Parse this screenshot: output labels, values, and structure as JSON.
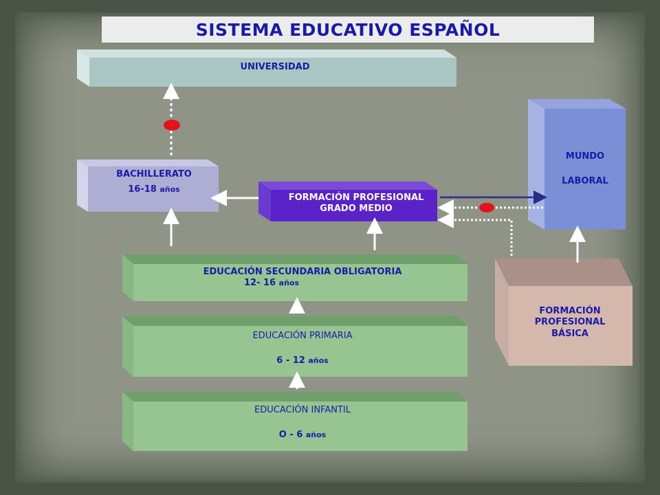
{
  "title": "SISTEMA EDUCATIVO ESPAÑOL",
  "boxes": {
    "universidad": "UNIVERSIDAD",
    "bachillerato": {
      "name": "BACHILLERATO",
      "ages_num": "16-18",
      "ages_word": "años"
    },
    "fp_medio": {
      "line1": "FORMACIÓN PROFESIONAL",
      "line2": "GRADO MEDIO"
    },
    "mundo_laboral": {
      "line1": "MUNDO",
      "line2": "LABORAL"
    },
    "eso": {
      "name": "EDUCACIÓN SECUNDARIA OBLIGATORIA",
      "ages_num": "12- 16",
      "ages_word": "años"
    },
    "primaria": {
      "name": "EDUCACIÓN PRIMARIA",
      "ages_num": "6 - 12",
      "ages_word": "años"
    },
    "infantil": {
      "name": "EDUCACIÓN INFANTIL",
      "ages_num": "O - 6",
      "ages_word": "años"
    },
    "fp_basica": {
      "line1": "FORMACIÓN",
      "line2": "PROFESIONAL",
      "line3": "BÁSICA"
    }
  },
  "colors": {
    "title_text": "#1a1aa8",
    "box_text": "#1a1aa8",
    "universidad_face": "#a9c6c2",
    "bachillerato_face": "#aeaed4",
    "fp_medio_face": "#5a22c8",
    "mundo_face": "#7b8fd6",
    "green_face": "#97c591",
    "fp_basica_face": "#d4b8ac",
    "marker": "#e0141e"
  }
}
